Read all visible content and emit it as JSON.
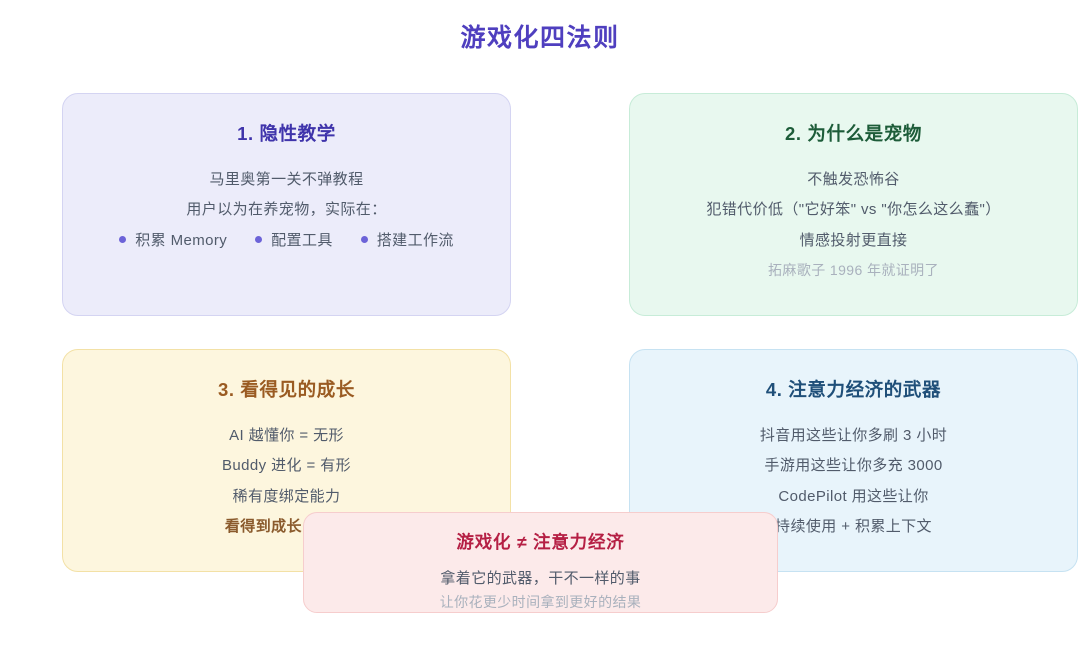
{
  "deck": {
    "title": "游戏化四法则"
  },
  "cards": [
    {
      "theme": "purple",
      "title": "1. 隐性教学",
      "lines": [
        "马里奥第一关不弹教程",
        "用户以为在养宠物，实际在："
      ],
      "bullets": [
        {
          "label": "积累 Memory",
          "dot_color": "#6c63d8"
        },
        {
          "label": "配置工具",
          "dot_color": "#6c63d8"
        },
        {
          "label": "搭建工作流",
          "dot_color": "#6c63d8"
        }
      ]
    },
    {
      "theme": "green",
      "title": "2. 为什么是宠物",
      "lines": [
        "不触发恐怖谷",
        "犯错代价低（\"它好笨\" vs \"你怎么这么蠢\"）",
        "情感投射更直接"
      ],
      "muted_line": "拓麻歌子 1996 年就证明了"
    },
    {
      "theme": "amber",
      "title": "3. 看得见的成长",
      "lines": [
        "AI 越懂你 = 无形",
        "Buddy 进化 = 有形",
        "稀有度绑定能力"
      ],
      "emph_line": "看得到成长，才有"
    },
    {
      "theme": "blue",
      "title": "4. 注意力经济的武器",
      "lines": [
        "抖音用这些让你多刷 3 小时",
        "手游用这些让你多充 3000",
        "CodePilot 用这些让你",
        "持续使用 + 积累上下文"
      ]
    }
  ],
  "overlay": {
    "title": "游戏化 ≠ 注意力经济",
    "line": "拿着它的武器，干不一样的事",
    "muted_line": "让你花更少时间拿到更好的结果"
  },
  "colors": {
    "title_purple": "#4f3fbf",
    "card1_bg": "#ececfa",
    "card2_bg": "#e8f8ef",
    "card3_bg": "#fdf6de",
    "card4_bg": "#e8f4fb",
    "overlay_bg": "#fceaea",
    "overlay_accent": "#b51f44"
  }
}
